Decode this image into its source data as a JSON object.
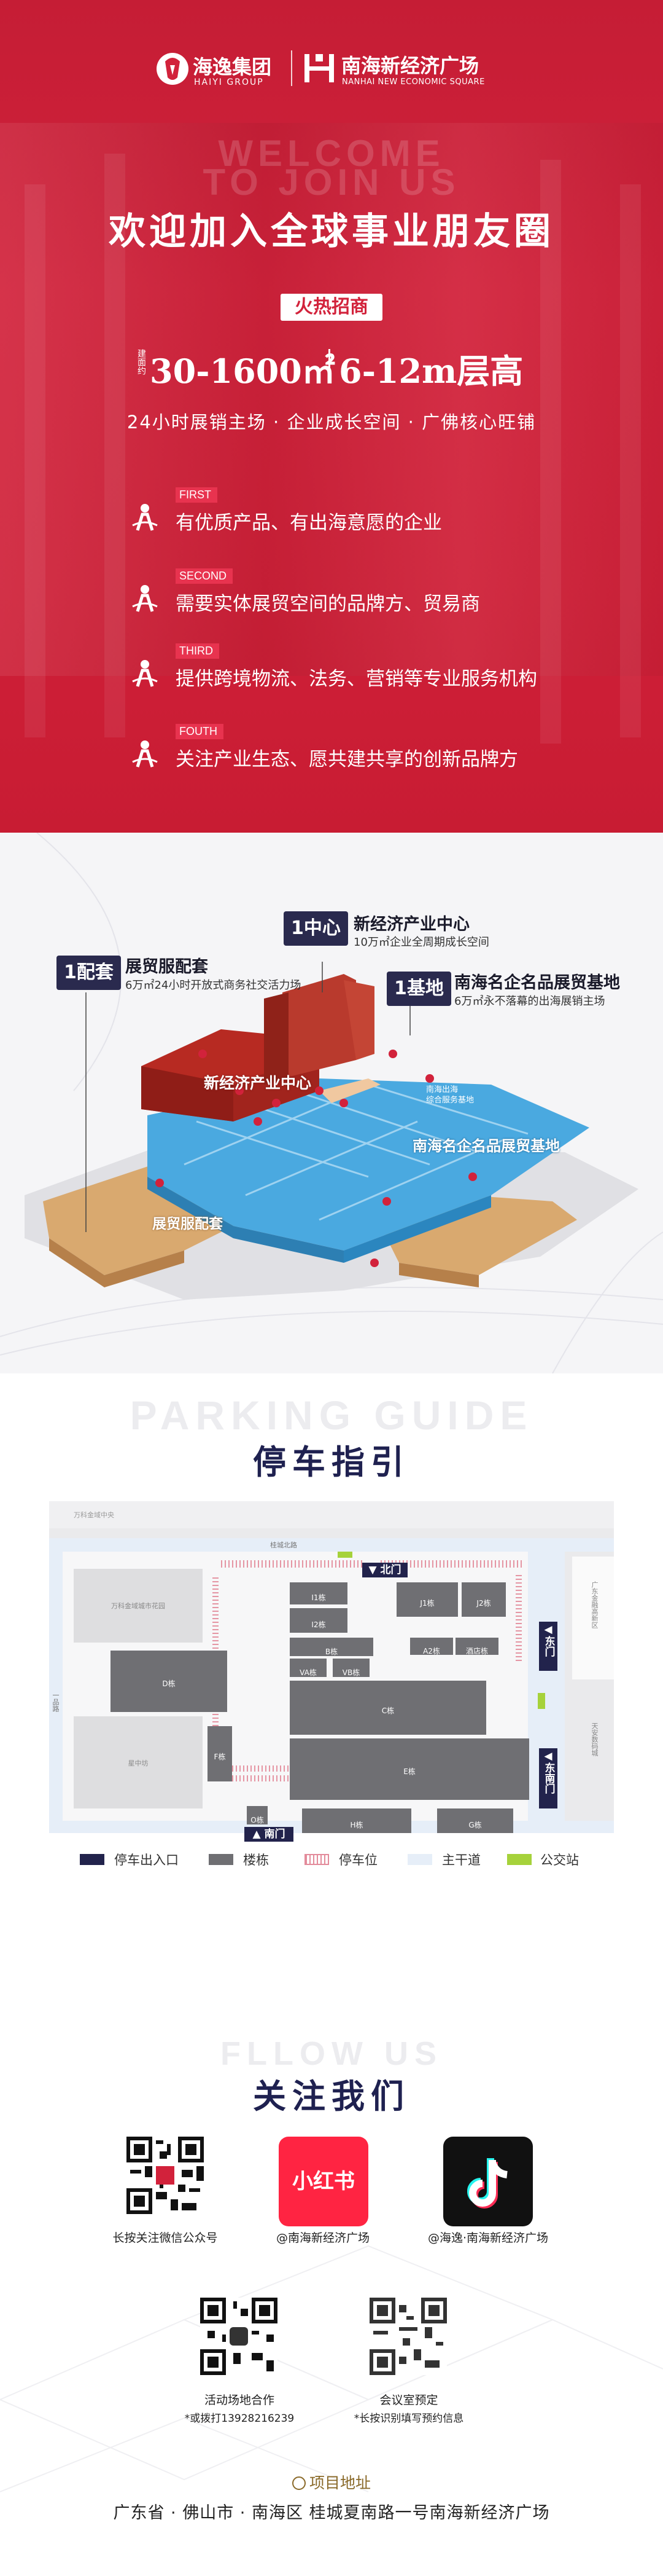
{
  "header": {
    "brand1_name": "海逸集团",
    "brand1_en": "HAIYI GROUP",
    "brand2_name": "南海新经济广场",
    "brand2_en": "NANHAI NEW ECONOMIC SQUARE"
  },
  "hero": {
    "ghost_line1": "WELCOME",
    "ghost_line2": "TO JOIN US",
    "title": "欢迎加入全球事业朋友圈",
    "badge": "火热招商",
    "area_label": "建面约",
    "area": "30-1600㎡",
    "height": "6-12m层高",
    "tagline": "24小时展销主场 · 企业成长空间 · 广佛核心旺铺",
    "audiences": [
      {
        "tag": "FIRST",
        "text": "有优质产品、有出海意愿的企业"
      },
      {
        "tag": "SECOND",
        "text": "需要实体展贸空间的品牌方、贸易商"
      },
      {
        "tag": "THIRD",
        "text": "提供跨境物流、法务、营销等专业服务机构"
      },
      {
        "tag": "FOUTH",
        "text": "关注产业生态、愿共建共享的创新品牌方"
      }
    ],
    "colors": {
      "primary_red": "#d2223b",
      "accent": "#e8334f"
    }
  },
  "site_map": {
    "callouts": [
      {
        "badge": "1中心",
        "title": "新经济产业中心",
        "subtitle": "10万㎡企业全周期成长空间"
      },
      {
        "badge": "1配套",
        "title": "展贸服配套",
        "subtitle": "6万㎡24小时开放式商务社交活力场"
      },
      {
        "badge": "1基地",
        "title": "南海名企名品展贸基地",
        "subtitle": "6万㎡永不落幕的出海展销主场"
      }
    ],
    "zone_labels": {
      "center": "新经济产业中心",
      "base": "南海名企名品展贸基地",
      "base_small_1": "南海出海",
      "base_small_2": "综合服务基地",
      "support": "展贸服配套"
    },
    "colors": {
      "center": "#b72a22",
      "base": "#3f9fd8",
      "support": "#d2a06a",
      "badge": "#2a2a4e"
    }
  },
  "parking": {
    "ghost": "PARKING GUIDE",
    "title": "停车指引",
    "roads": {
      "top": "万科金域中央",
      "north": "桂城北路",
      "right": "广东金融高新区",
      "right2": "天安数码城",
      "left": "一品路",
      "plot1": "万科金域城市花园",
      "plot2": "星中坊"
    },
    "blocks": {
      "i1": "I1栋",
      "i2": "I2栋",
      "j1": "J1栋",
      "j2": "J2栋",
      "b": "B栋",
      "a2": "A2栋",
      "hotel": "酒店栋",
      "va": "VA栋",
      "vb": "VB栋",
      "d": "D栋",
      "c": "C栋",
      "e": "E栋",
      "f": "F栋",
      "h": "H栋",
      "g": "G栋",
      "o": "O栋"
    },
    "gates": {
      "north": "北门",
      "east": "东门",
      "southeast": "东南门",
      "south": "南门"
    },
    "legend": [
      {
        "label": "停车出入口",
        "color": "#22234c"
      },
      {
        "label": "楼栋",
        "color": "#6f6f73"
      },
      {
        "label": "停车位",
        "color": "#e38b9b"
      },
      {
        "label": "主干道",
        "color": "#e6eef8"
      },
      {
        "label": "公交站",
        "color": "#a6d23b"
      }
    ]
  },
  "follow": {
    "ghost": "FLLOW US",
    "title": "关注我们",
    "items": [
      {
        "caption": "长按关注微信公众号"
      },
      {
        "app": "小红书",
        "caption": "@南海新经济广场",
        "color": "#ff2442"
      },
      {
        "caption": "@海逸·南海新经济广场",
        "color": "#111111"
      }
    ],
    "qrs": [
      {
        "caption": "活动场地合作",
        "sub": "*或拨打13928216239"
      },
      {
        "caption": "会议室预定",
        "sub": "*长按识别填写预约信息"
      }
    ],
    "address_title": "项目地址",
    "address": "广东省 · 佛山市 · 南海区 桂城夏南路一号南海新经济广场"
  }
}
